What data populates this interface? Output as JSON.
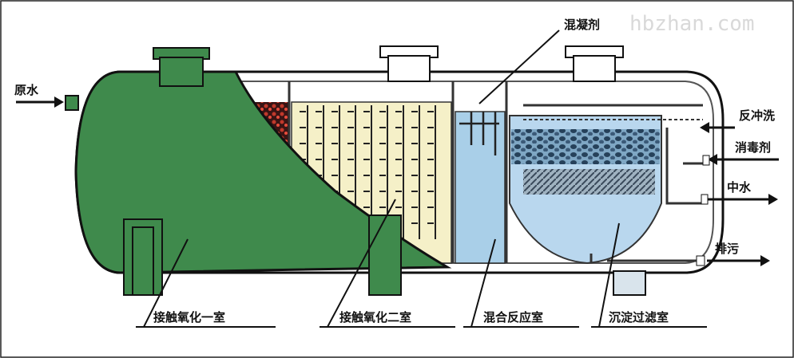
{
  "watermark": "hbzhan.com",
  "labels": {
    "raw_water": "原水",
    "coagulant": "混凝剂",
    "backwash": "反冲洗",
    "disinfectant": "消毒剂",
    "reclaimed_water": "中水",
    "sludge_discharge": "排污",
    "contact_oxidation_1": "接触氧化一室",
    "contact_oxidation_2": "接触氧化二室",
    "mixing_reaction": "混合反应室",
    "sedimentation_filtration": "沉淀过滤室"
  },
  "colors": {
    "tank_green": "#3f8a4c",
    "media_yellow": "#f5f0c8",
    "water_blue": "#a9cfe8",
    "filter_blue": "#b9d7ee",
    "outline": "#111111"
  }
}
